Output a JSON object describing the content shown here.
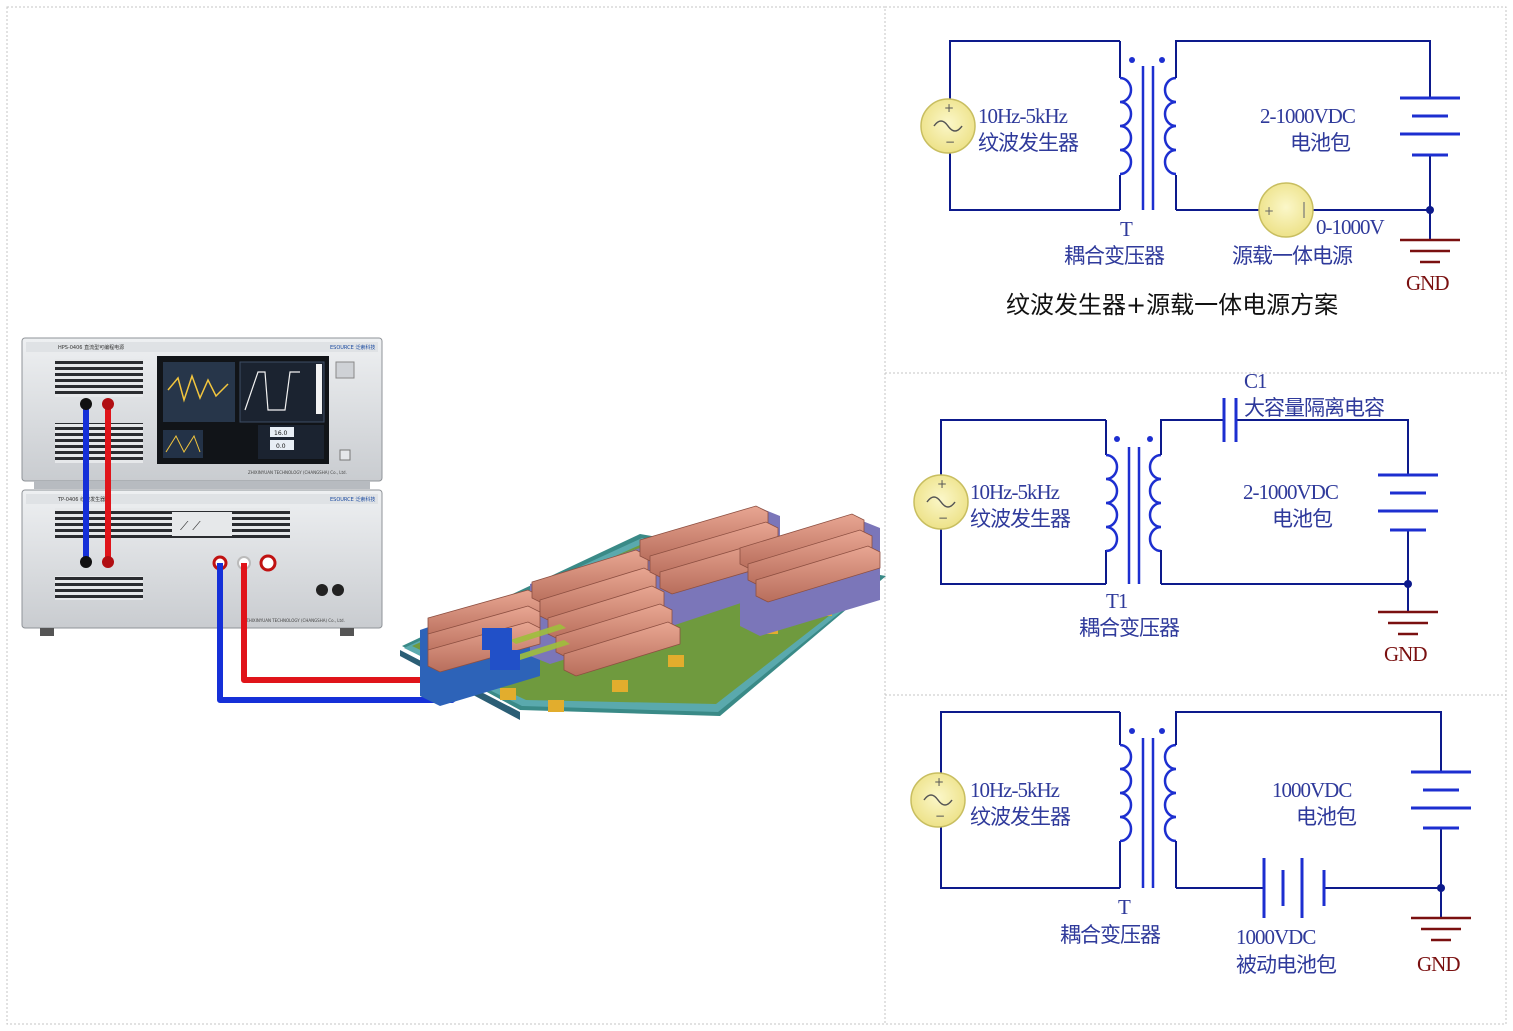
{
  "colors": {
    "wire": "#0d1a8c",
    "label": "#2f3a9b",
    "ground": "#7a1010",
    "source_fill": "#f3eda0",
    "source_stroke": "#c8be60",
    "node": "#0d1a8c",
    "cable_red": "#e0141a",
    "cable_blue": "#1530d8",
    "panel_border": "#bdbdbd"
  },
  "scheme1": {
    "gen_line1": "10Hz-5kHz",
    "gen_line2": "纹波发生器",
    "batt_line1": "2-1000VDC",
    "batt_line2": "电池包",
    "transformer_ref": "T",
    "transformer_name": "耦合变压器",
    "source_value": "0-1000V",
    "source_name": "源载一体电源",
    "gnd": "GND",
    "caption": "纹波发生器+源载一体电源方案"
  },
  "scheme2": {
    "gen_line1": "10Hz-5kHz",
    "gen_line2": "纹波发生器",
    "cap_ref": "C1",
    "cap_name": "大容量隔离电容",
    "batt_line1": "2-1000VDC",
    "batt_line2": "电池包",
    "transformer_ref": "T1",
    "transformer_name": "耦合变压器",
    "gnd": "GND"
  },
  "scheme3": {
    "gen_line1": "10Hz-5kHz",
    "gen_line2": "纹波发生器",
    "batt_line1": "1000VDC",
    "batt_line2": "电池包",
    "transformer_ref": "T",
    "transformer_name": "耦合变压器",
    "passive_line1": "1000VDC",
    "passive_line2": "被动电池包",
    "gnd": "GND"
  },
  "equipment": {
    "top_model": "HPS-0406 直流型可编程电源",
    "top_brand": "ESOURCE 泛索科技",
    "top_footer": "ZHIXINYUAN TECHNOLOGY (CHANGSHA) Co., Ltd.",
    "bottom_model": "TP-0406 纹波发生器",
    "bottom_brand": "ESOURCE 泛索科技",
    "bottom_footer": "ZHIXINYUAN TECHNOLOGY (CHANGSHA) Co., Ltd.",
    "screen_val1": "16.0",
    "screen_val2": "0.0"
  }
}
